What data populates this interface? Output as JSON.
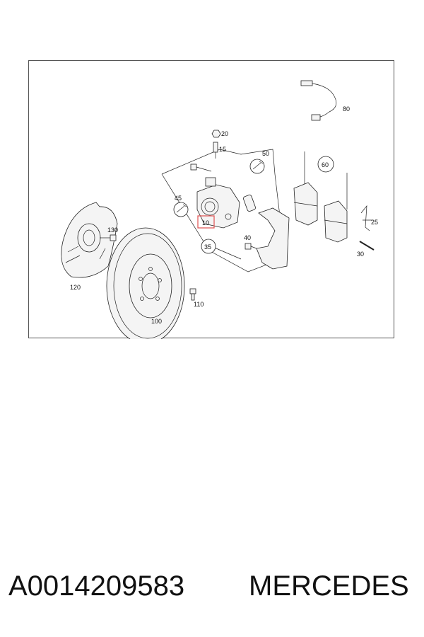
{
  "diagram": {
    "callouts": {
      "c10": "10",
      "c15": "15",
      "c20": "20",
      "c25": "25",
      "c30": "30",
      "c35": "35",
      "c40": "40",
      "c45": "45",
      "c50": "50",
      "c60": "60",
      "c80": "80",
      "c100": "100",
      "c110": "110",
      "c120": "120",
      "c130": "130"
    },
    "highlight_color": "#e05050"
  },
  "footer": {
    "part_number": "A0014209583",
    "brand": "MERCEDES"
  }
}
